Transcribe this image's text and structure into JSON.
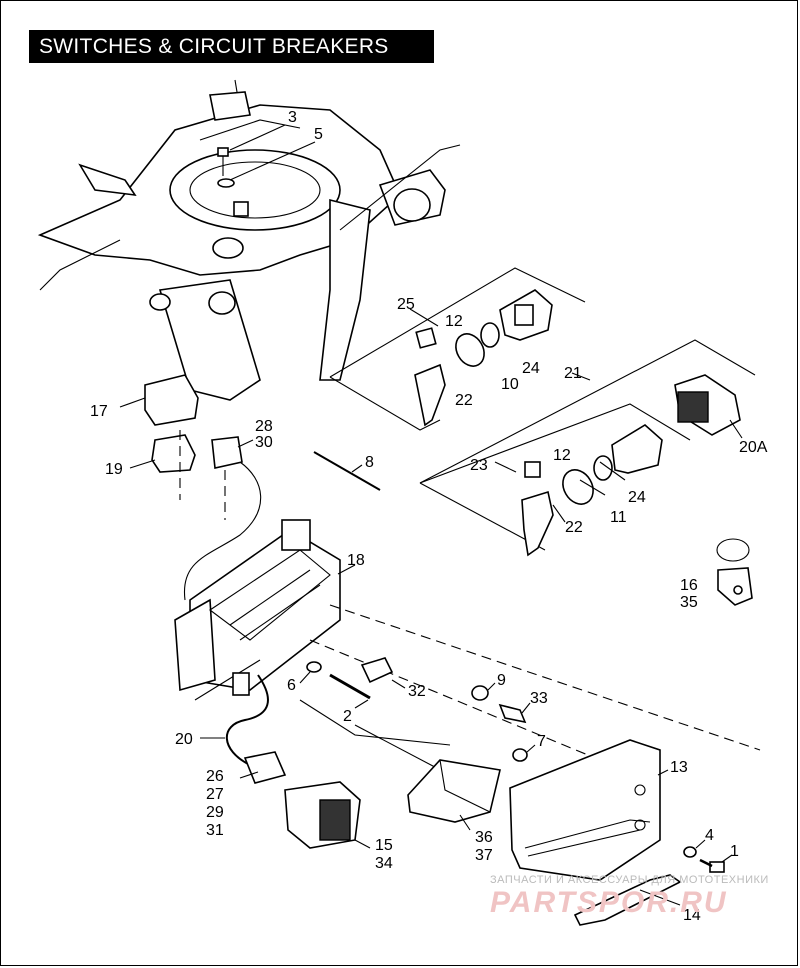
{
  "title": "SWITCHES & CIRCUIT BREAKERS",
  "callouts": {
    "c3": "3",
    "c5": "5",
    "c25": "25",
    "c12a": "12",
    "c24a": "24",
    "c10": "10",
    "c22a": "22",
    "c21": "21",
    "c20A": "20A",
    "c17": "17",
    "c28": "28",
    "c30": "30",
    "c19": "19",
    "c8": "8",
    "c23": "23",
    "c12b": "12",
    "c24b": "24",
    "c11": "11",
    "c22b": "22",
    "c16": "16",
    "c35": "35",
    "c18": "18",
    "c9": "9",
    "c33": "33",
    "c6": "6",
    "c32": "32",
    "c2": "2",
    "c7": "7",
    "c20": "20",
    "c13": "13",
    "c26": "26",
    "c27": "27",
    "c29": "29",
    "c31": "31",
    "c15": "15",
    "c34": "34",
    "c36": "36",
    "c37": "37",
    "c4": "4",
    "c1": "1",
    "c14": "14"
  },
  "watermark": {
    "small": "ЗАПЧАСТИ И АКСЕССУАРЫ ДЛЯ МОТОТЕХНИКИ",
    "big": "PARTSPOR.RU"
  },
  "colors": {
    "ink": "#000000",
    "paper": "#ffffff",
    "title_bg": "#000000",
    "title_fg": "#ffffff"
  }
}
